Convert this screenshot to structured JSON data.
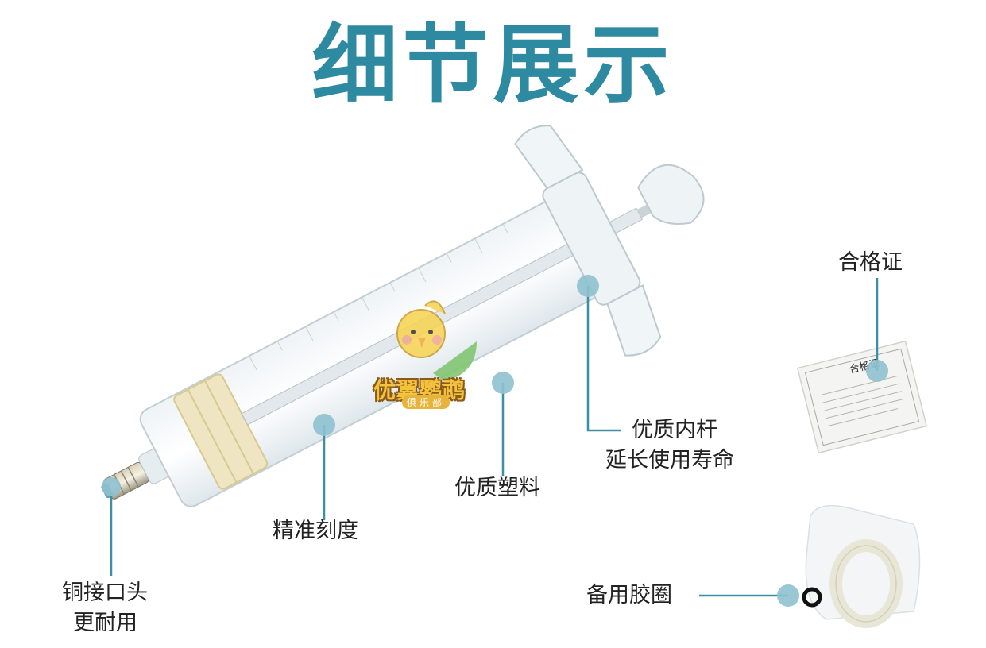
{
  "title": "细节展示",
  "callouts": {
    "certificate": "合格证",
    "inner_rod_line1": "优质内杆",
    "inner_rod_line2": "延长使用寿命",
    "plastic": "优质塑料",
    "scale": "精准刻度",
    "copper_tip_line1": "铜接口头",
    "copper_tip_line2": "更耐用",
    "spare_ring": "备用胶圈"
  },
  "certificate_card_text": "合格证",
  "watermark": {
    "main": "优翼鹦鹉",
    "sub": "俱乐部"
  },
  "colors": {
    "title": "#2e8aa0",
    "callout_line": "#3d8fa6",
    "callout_dot": "#8ec1cf"
  }
}
